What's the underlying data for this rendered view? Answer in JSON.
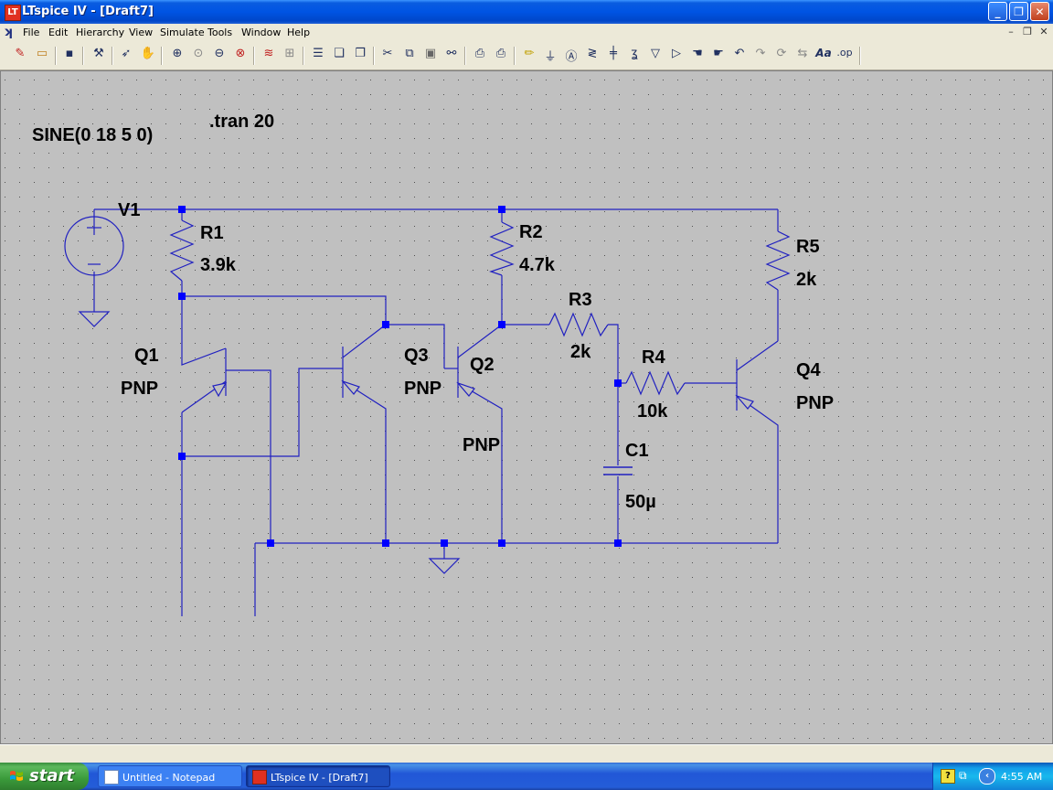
{
  "window": {
    "title": "LTspice IV - [Draft7]",
    "app_icon": "ltspice-logo-icon",
    "buttons": [
      "minimize-icon",
      "restore-icon",
      "close-icon"
    ]
  },
  "menu": {
    "items": [
      "File",
      "Edit",
      "Hierarchy",
      "View",
      "Simulate",
      "Tools",
      "Window",
      "Help"
    ]
  },
  "toolbar": {
    "icons": [
      "new-schematic-icon",
      "open-icon",
      "save-icon",
      "control-panel-icon",
      "run-icon",
      "halt-icon",
      "zoom-in-icon",
      "pan-icon",
      "zoom-out-icon",
      "zoom-fit-icon",
      "autorange-icon",
      "plot-settings-icon",
      "tile-horizontal-icon",
      "cascade-icon",
      "tile-vertical-icon",
      "cut-icon",
      "copy-icon",
      "paste-icon",
      "find-icon",
      "print-setup-icon",
      "print-icon",
      "wire-icon",
      "ground-icon",
      "label-icon",
      "resistor-icon",
      "capacitor-icon",
      "inductor-icon",
      "diode-icon",
      "component-icon",
      "move-icon",
      "drag-icon",
      "undo-icon",
      "redo-icon",
      "rotate-icon",
      "mirror-icon",
      "text-icon",
      "spice-directive-icon"
    ],
    "text_icon": "Aa",
    "directive_icon": ".op"
  },
  "schematic": {
    "directives": {
      "source": "SINE(0 18 5 0)",
      "tran": ".tran 20"
    },
    "components": {
      "v1": {
        "name": "V1"
      },
      "r1": {
        "name": "R1",
        "value": "3.9k"
      },
      "r2": {
        "name": "R2",
        "value": "4.7k"
      },
      "r3": {
        "name": "R3",
        "value": "2k"
      },
      "r4": {
        "name": "R4",
        "value": "10k"
      },
      "r5": {
        "name": "R5",
        "value": "2k"
      },
      "c1": {
        "name": "C1",
        "value": "50µ"
      },
      "q1": {
        "name": "Q1",
        "model": "PNP"
      },
      "q2": {
        "name": "Q2",
        "model": "PNP"
      },
      "q3": {
        "name": "Q3",
        "model": "PNP"
      },
      "q4": {
        "name": "Q4",
        "model": "PNP"
      }
    },
    "colors": {
      "wire": "#2020c0",
      "node": "#0000ff",
      "background": "#c0c0c0",
      "grid": "#404040"
    }
  },
  "taskbar": {
    "start_label": "start",
    "tasks": [
      {
        "label": "Untitled - Notepad",
        "icon": "notepad-icon"
      },
      {
        "label": "LTspice IV - [Draft7]",
        "icon": "ltspice-icon"
      }
    ],
    "tray_icons": [
      "help-icon",
      "network-icon",
      "expand-tray-icon"
    ],
    "clock": "4:55 AM"
  }
}
